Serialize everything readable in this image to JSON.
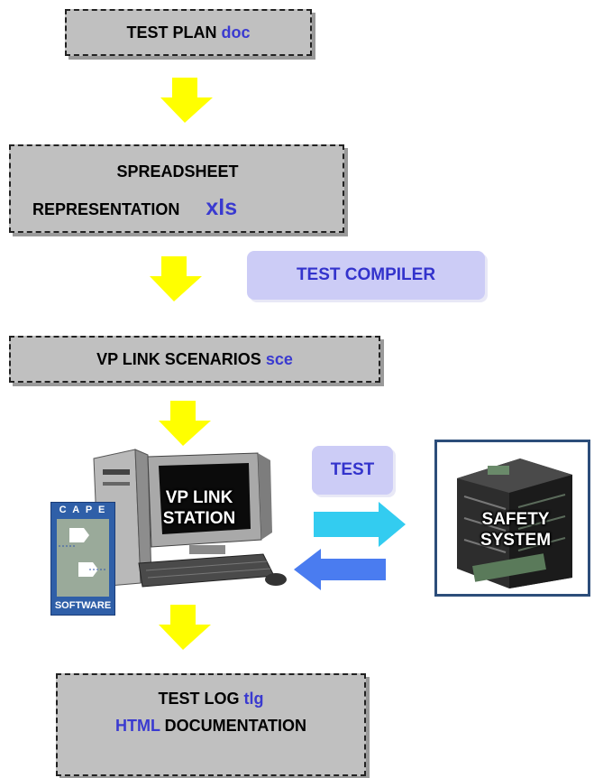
{
  "steps": {
    "test_plan": {
      "label": "TEST PLAN",
      "ext": "doc"
    },
    "spreadsheet": {
      "line1": "SPREADSHEET",
      "line2": "REPRESENTATION",
      "ext": "xls"
    },
    "scenarios": {
      "label": "VP LINK SCENARIOS",
      "ext": "sce"
    },
    "test_log": {
      "line1_label": "TEST LOG",
      "line1_ext": "tlg",
      "line2_html": "HTML",
      "line2_label": "DOCUMENTATION"
    }
  },
  "tools": {
    "compiler": "TEST COMPILER",
    "test": "TEST"
  },
  "station": {
    "line1": "VP LINK",
    "line2": "STATION"
  },
  "safety": {
    "line1": "SAFETY",
    "line2": "SYSTEM"
  },
  "logo": {
    "top": "C A P E",
    "bottom": "SOFTWARE"
  },
  "colors": {
    "flow_arrow": "#ffff00",
    "test_arrow": "#33ccf0",
    "result_arrow": "#4a7cf0",
    "box_fill": "#c0c0c0",
    "ext_text": "#3a3ad0",
    "pill_fill": "#ccccf6"
  }
}
